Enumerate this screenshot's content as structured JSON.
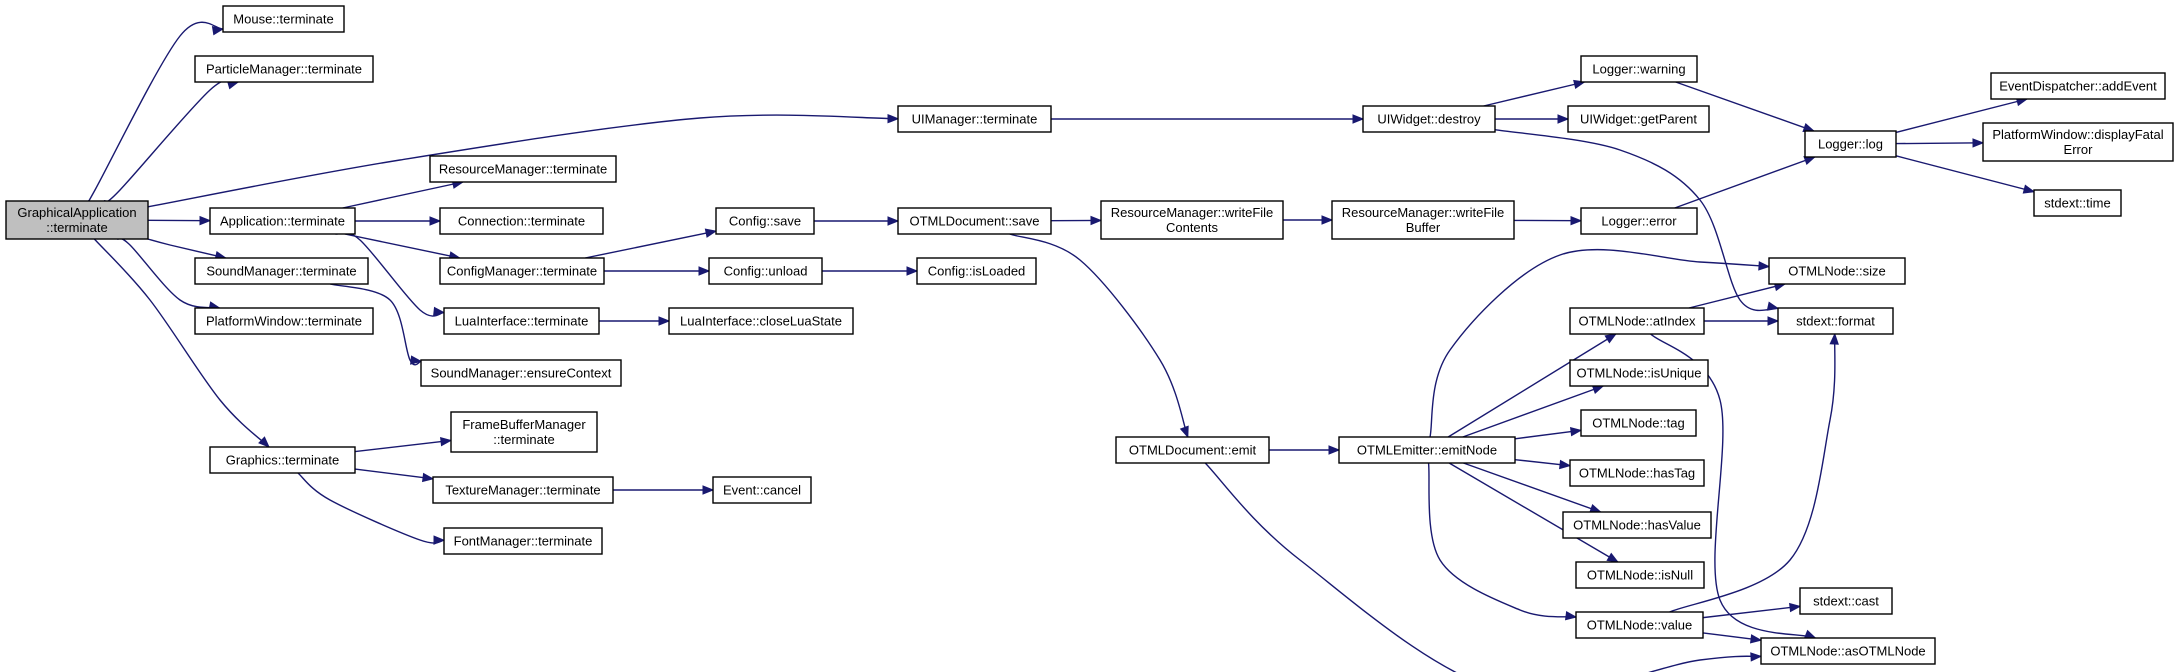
{
  "diagram": {
    "nodes": [
      {
        "id": "root",
        "lines": [
          "GraphicalApplication",
          "::terminate"
        ]
      },
      {
        "id": "mouse",
        "lines": [
          "Mouse::terminate"
        ]
      },
      {
        "id": "particle",
        "lines": [
          "ParticleManager::terminate"
        ]
      },
      {
        "id": "uimgr",
        "lines": [
          "UIManager::terminate"
        ]
      },
      {
        "id": "uiwdestroy",
        "lines": [
          "UIWidget::destroy"
        ]
      },
      {
        "id": "logwarn",
        "lines": [
          "Logger::warning"
        ]
      },
      {
        "id": "uiwparent",
        "lines": [
          "UIWidget::getParent"
        ]
      },
      {
        "id": "loglog",
        "lines": [
          "Logger::log"
        ]
      },
      {
        "id": "evadd",
        "lines": [
          "EventDispatcher::addEvent"
        ]
      },
      {
        "id": "pwdisp",
        "lines": [
          "PlatformWindow::displayFatal",
          "Error"
        ]
      },
      {
        "id": "sttime",
        "lines": [
          "stdext::time"
        ]
      },
      {
        "id": "resterm",
        "lines": [
          "ResourceManager::terminate"
        ]
      },
      {
        "id": "appterm",
        "lines": [
          "Application::terminate"
        ]
      },
      {
        "id": "connterm",
        "lines": [
          "Connection::terminate"
        ]
      },
      {
        "id": "cfgsave",
        "lines": [
          "Config::save"
        ]
      },
      {
        "id": "otdsave",
        "lines": [
          "OTMLDocument::save"
        ]
      },
      {
        "id": "rmwfc",
        "lines": [
          "ResourceManager::writeFile",
          "Contents"
        ]
      },
      {
        "id": "rmwfb",
        "lines": [
          "ResourceManager::writeFile",
          "Buffer"
        ]
      },
      {
        "id": "logerr",
        "lines": [
          "Logger::error"
        ]
      },
      {
        "id": "sndterm",
        "lines": [
          "SoundManager::terminate"
        ]
      },
      {
        "id": "cfgmterm",
        "lines": [
          "ConfigManager::terminate"
        ]
      },
      {
        "id": "cfgunload",
        "lines": [
          "Config::unload"
        ]
      },
      {
        "id": "cfgloaded",
        "lines": [
          "Config::isLoaded"
        ]
      },
      {
        "id": "otnsize",
        "lines": [
          "OTMLNode::size"
        ]
      },
      {
        "id": "pwterm",
        "lines": [
          "PlatformWindow::terminate"
        ]
      },
      {
        "id": "luaterm",
        "lines": [
          "LuaInterface::terminate"
        ]
      },
      {
        "id": "luaclose",
        "lines": [
          "LuaInterface::closeLuaState"
        ]
      },
      {
        "id": "otnatidx",
        "lines": [
          "OTMLNode::atIndex"
        ]
      },
      {
        "id": "stformat",
        "lines": [
          "stdext::format"
        ]
      },
      {
        "id": "sndctx",
        "lines": [
          "SoundManager::ensureContext"
        ]
      },
      {
        "id": "otnuniq",
        "lines": [
          "OTMLNode::isUnique"
        ]
      },
      {
        "id": "fbterm",
        "lines": [
          "FrameBufferManager",
          "::terminate"
        ]
      },
      {
        "id": "otntag",
        "lines": [
          "OTMLNode::tag"
        ]
      },
      {
        "id": "gfxterm",
        "lines": [
          "Graphics::terminate"
        ]
      },
      {
        "id": "otdemit",
        "lines": [
          "OTMLDocument::emit"
        ]
      },
      {
        "id": "otemit",
        "lines": [
          "OTMLEmitter::emitNode"
        ]
      },
      {
        "id": "otnhastag",
        "lines": [
          "OTMLNode::hasTag"
        ]
      },
      {
        "id": "texterm",
        "lines": [
          "TextureManager::terminate"
        ]
      },
      {
        "id": "evcancel",
        "lines": [
          "Event::cancel"
        ]
      },
      {
        "id": "otnhasval",
        "lines": [
          "OTMLNode::hasValue"
        ]
      },
      {
        "id": "fontterm",
        "lines": [
          "FontManager::terminate"
        ]
      },
      {
        "id": "otnnull",
        "lines": [
          "OTMLNode::isNull"
        ]
      },
      {
        "id": "stcast",
        "lines": [
          "stdext::cast"
        ]
      },
      {
        "id": "otnvalue",
        "lines": [
          "OTMLNode::value"
        ]
      },
      {
        "id": "otnasotml",
        "lines": [
          "OTMLNode::asOTMLNode"
        ]
      }
    ]
  }
}
